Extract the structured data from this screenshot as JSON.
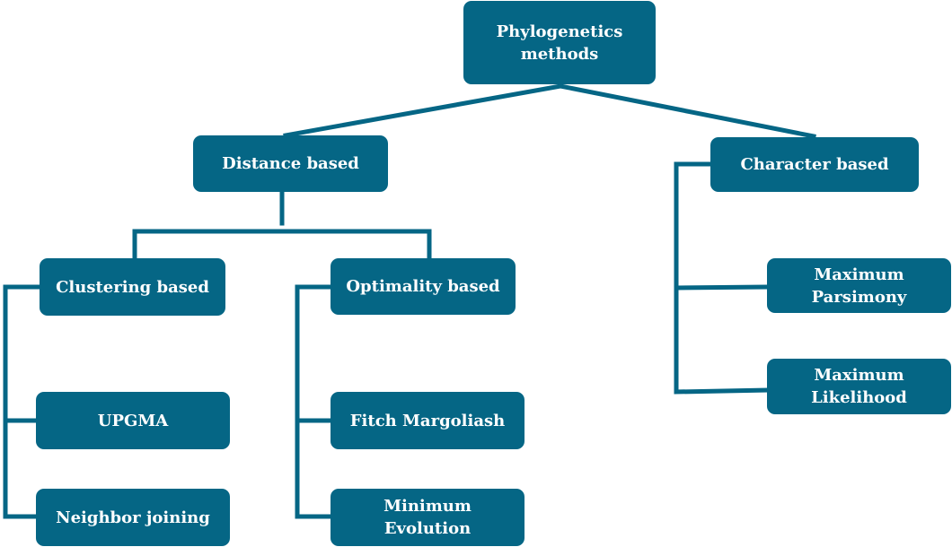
{
  "diagram": {
    "colors": {
      "node_fill": "#056685",
      "node_text": "#ffffff",
      "connector": "#056685"
    },
    "nodes": {
      "root": "Phylogenetics\nmethods",
      "distance": "Distance based",
      "character": "Character based",
      "clustering": "Clustering based",
      "optimality": "Optimality based",
      "upgma": "UPGMA",
      "neighbor_joining": "Neighbor joining",
      "fitch_margoliash": "Fitch Margoliash",
      "minimum_evolution": "Minimum\nEvolution",
      "maximum_parsimony": "Maximum\nParsimony",
      "maximum_likelihood": "Maximum\nLikelihood"
    }
  }
}
